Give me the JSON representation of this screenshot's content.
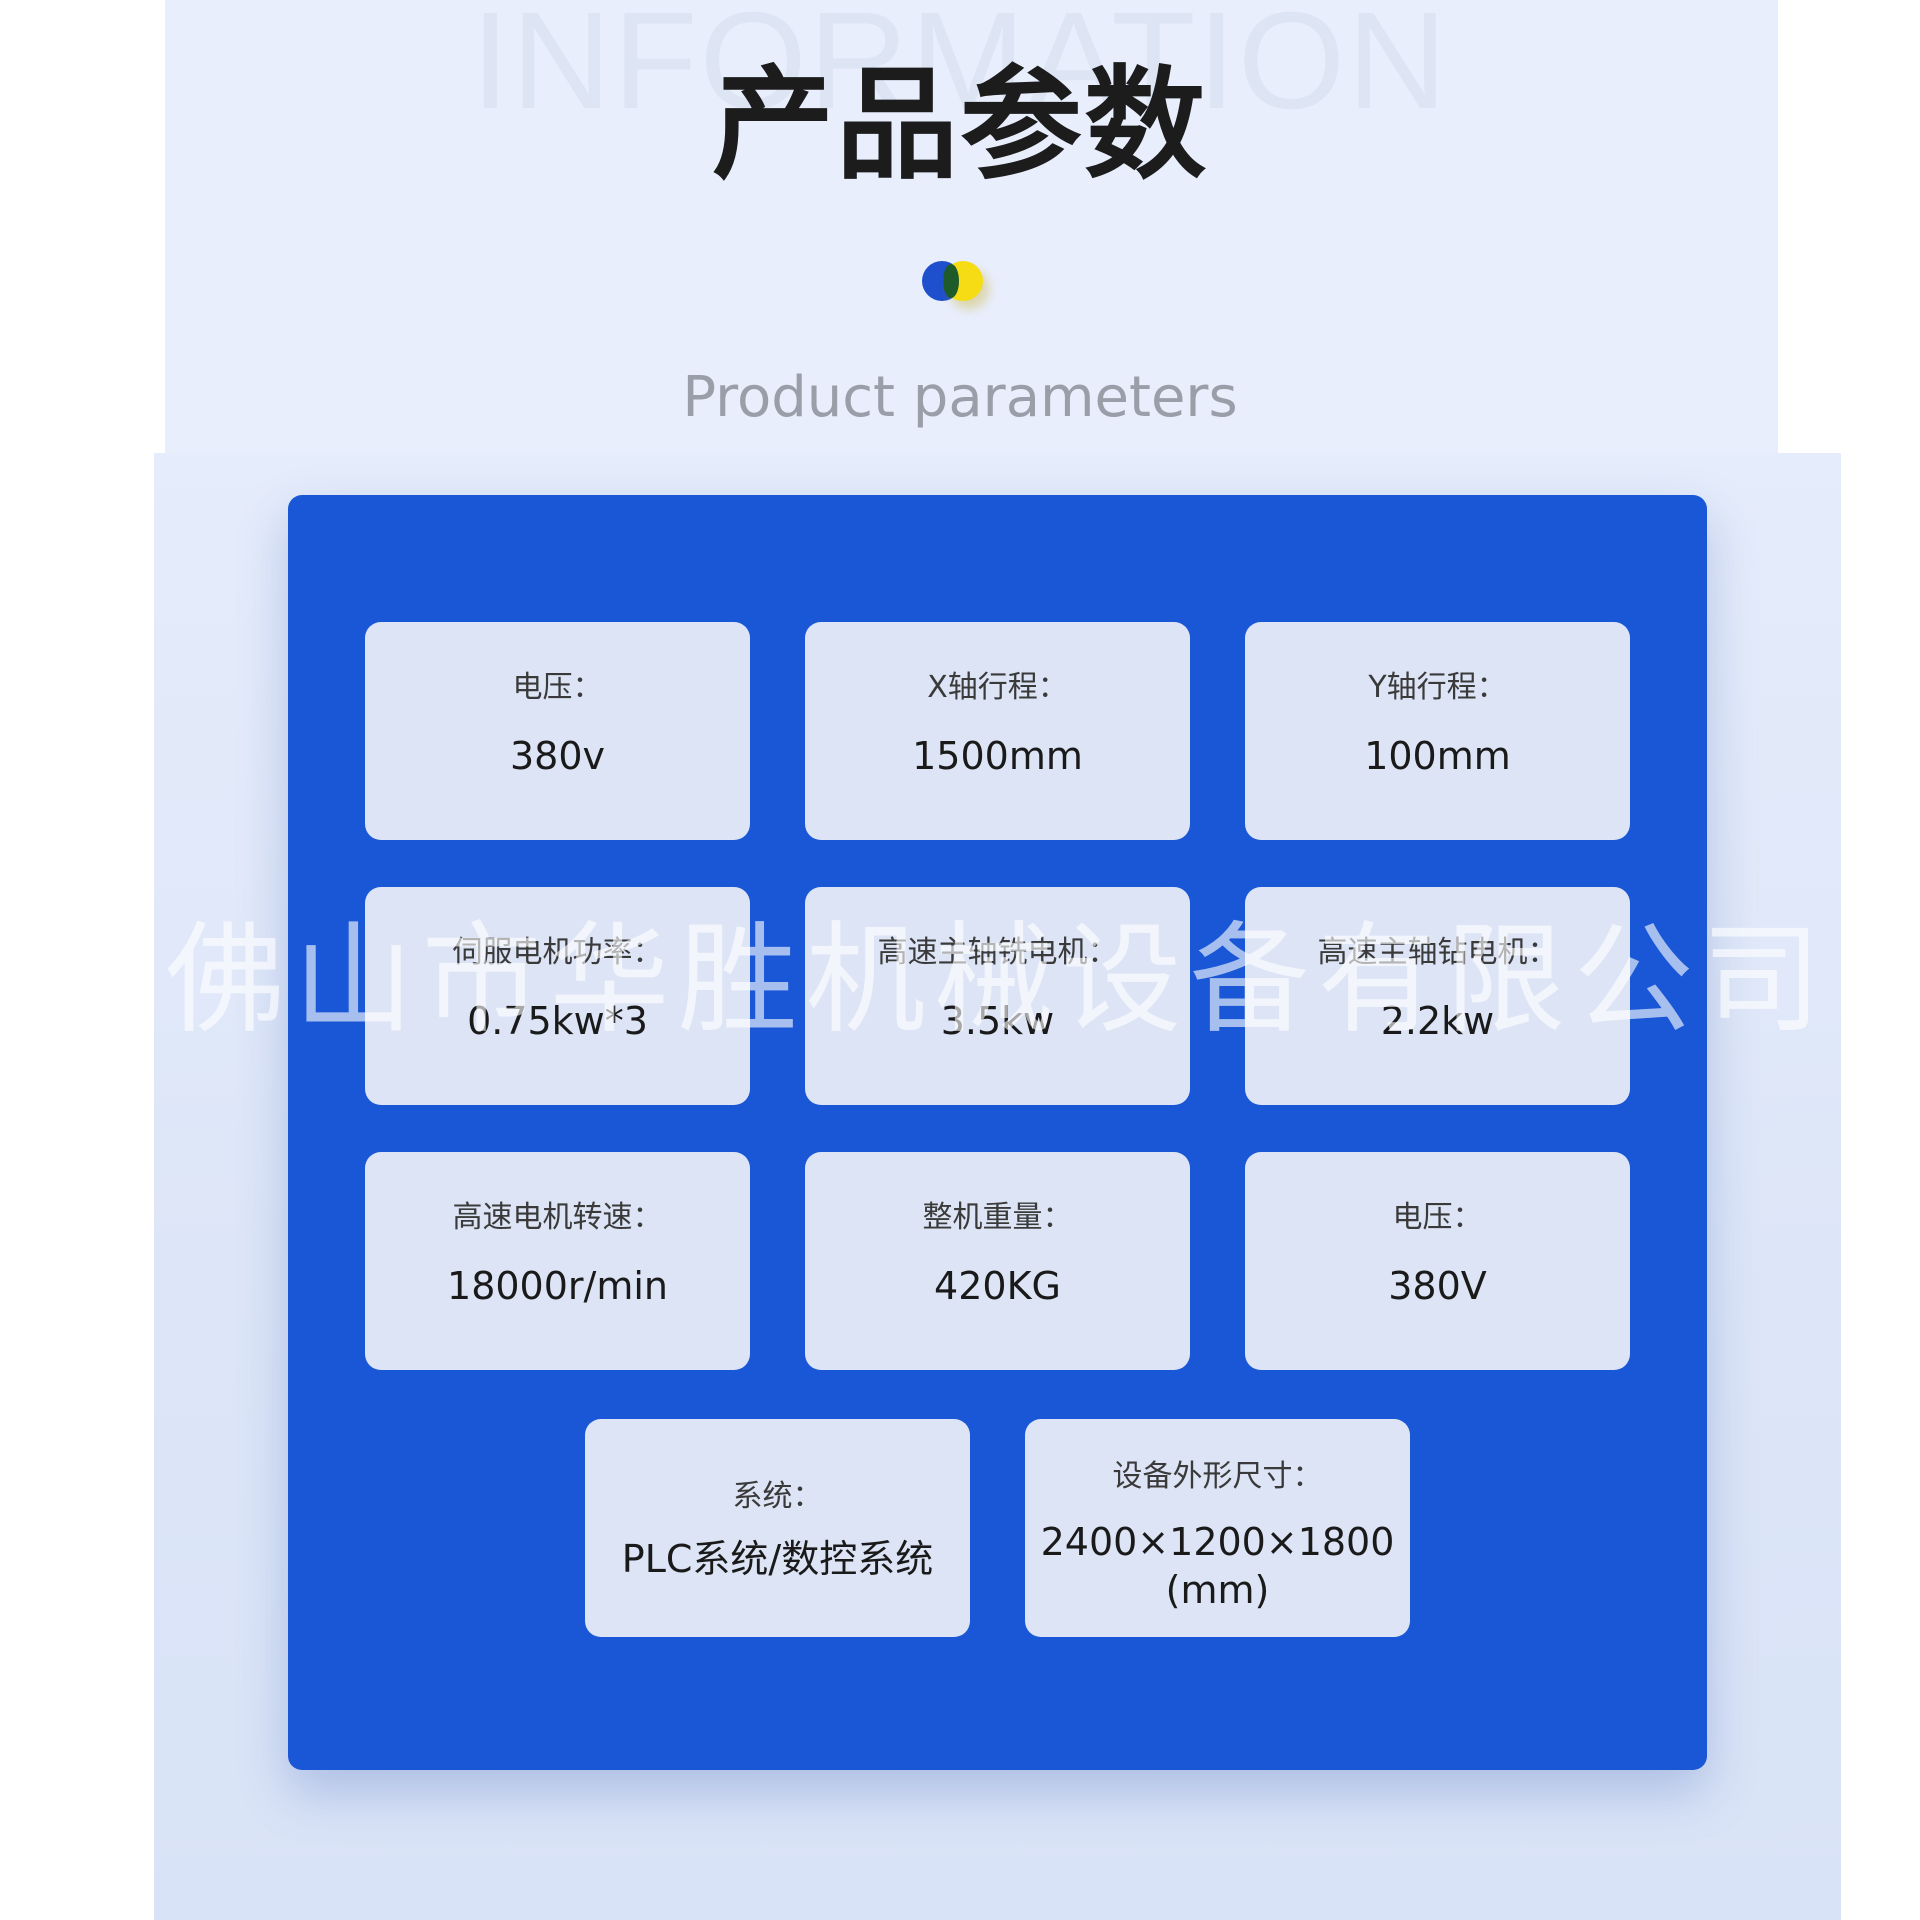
{
  "header": {
    "background_word": "INFORMATION",
    "title": "产品参数",
    "subtitle": "Product parameters"
  },
  "colors": {
    "card_blue": "#1a57d6",
    "dot_blue": "#1e4fcc",
    "dot_yellow": "#f5dc14",
    "tile_bg": "#dce4f5"
  },
  "params": [
    {
      "label": "电压：",
      "value": "380v"
    },
    {
      "label": "X轴行程：",
      "value": "1500mm"
    },
    {
      "label": "Y轴行程：",
      "value": "100mm"
    },
    {
      "label": "伺服电机功率：",
      "value": "0.75kw*3"
    },
    {
      "label": "高速主轴铣电机：",
      "value": "3.5kw"
    },
    {
      "label": "高速主轴钻电机：",
      "value": "2.2kw"
    },
    {
      "label": "高速电机转速：",
      "value": "18000r/min"
    },
    {
      "label": "整机重量：",
      "value": "420KG"
    },
    {
      "label": "电压：",
      "value": "380V"
    },
    {
      "label": "系统：",
      "value": "PLC系统/数控系统"
    },
    {
      "label": "设备外形尺寸：",
      "value": "2400×1200×1800 (mm)"
    }
  ],
  "watermark": "佛山市华胜机械设备有限公司"
}
